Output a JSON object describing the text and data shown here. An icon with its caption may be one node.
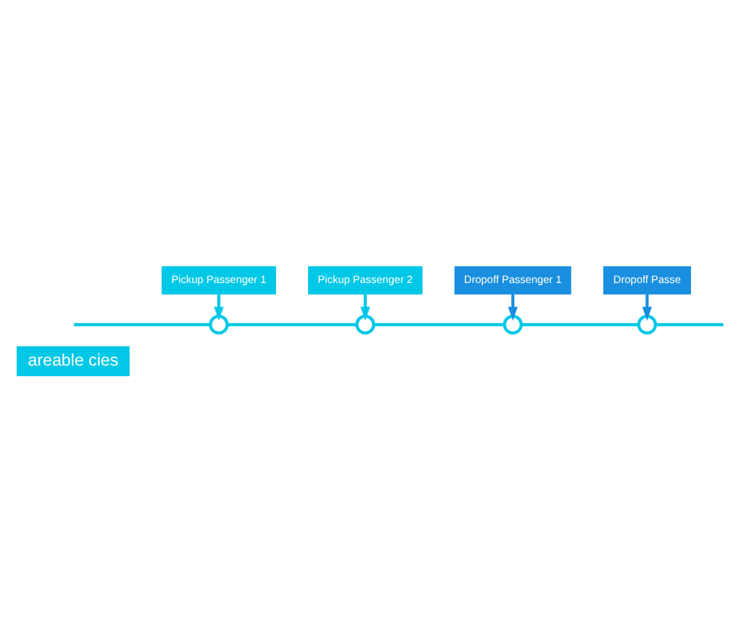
{
  "diagram": {
    "nodes": [
      {
        "text": [
          "areable cies"
        ]
      },
      {
        "text": [
          "Pickup Passenger 1"
        ]
      },
      {
        "text": [],
        "shape": "circle"
      },
      {
        "text": [
          "Pickup Passenger 2"
        ]
      },
      {
        "text": [],
        "shape": "circle"
      },
      {
        "text": [
          "Dropoff Passenger 1"
        ]
      },
      {
        "text": [],
        "shape": "circle"
      },
      {
        "text": [
          "Dropoff Passe"
        ]
      },
      {
        "text": [],
        "shape": "circle"
      }
    ],
    "edges": [
      {
        "from": null,
        "to": 2,
        "arrow": "none"
      },
      {
        "from": 2,
        "to": 4,
        "arrow": "none"
      },
      {
        "from": 4,
        "to": 6,
        "arrow": "none"
      },
      {
        "from": 6,
        "to": 8,
        "arrow": "none"
      },
      {
        "from": 8,
        "to": null,
        "arrow": "none"
      },
      {
        "from": 1,
        "to": 2,
        "arrow": "to"
      },
      {
        "from": 3,
        "to": 4,
        "arrow": "to"
      },
      {
        "from": 5,
        "to": 6,
        "arrow": "to",
        "color": "#1a8fe0"
      },
      {
        "from": 7,
        "to": 8,
        "arrow": "to",
        "color": "#1a8fe0"
      }
    ]
  }
}
